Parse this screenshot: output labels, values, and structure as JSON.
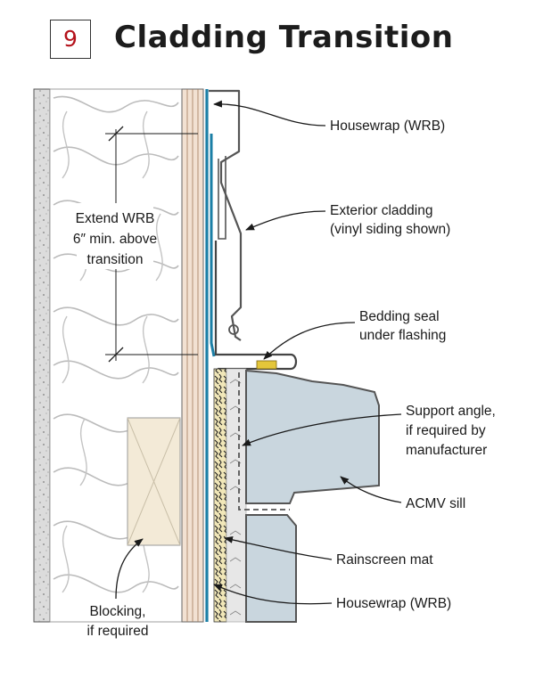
{
  "detail": {
    "number": "9",
    "title": "Cladding Transition"
  },
  "labels": {
    "housewrap_top": "Housewrap (WRB)",
    "cladding_1": "Exterior cladding",
    "cladding_2": "(vinyl siding shown)",
    "extend_1": "Extend WRB",
    "extend_2": "6″ min. above",
    "extend_3": "transition",
    "bedding_1": "Bedding seal",
    "bedding_2": "under flashing",
    "support_1": "Support angle,",
    "support_2": "if required by",
    "support_3": "manufacturer",
    "acmv": "ACMV sill",
    "rainscreen": "Rainscreen mat",
    "housewrap_bottom": "Housewrap (WRB)",
    "blocking_1": "Blocking,",
    "blocking_2": "if required"
  },
  "colors": {
    "badge_number": "#b4121b",
    "wrb_blue": "#1b7fa6",
    "acmv_fill": "#c9d6de",
    "sheathing_fill": "#f2e1d2",
    "blocking_fill": "#f3ead7",
    "rainscreen_fill": "#f1e7b8",
    "bedding_seal": "#e4c63a",
    "concrete_fill": "#dcdcdc"
  }
}
